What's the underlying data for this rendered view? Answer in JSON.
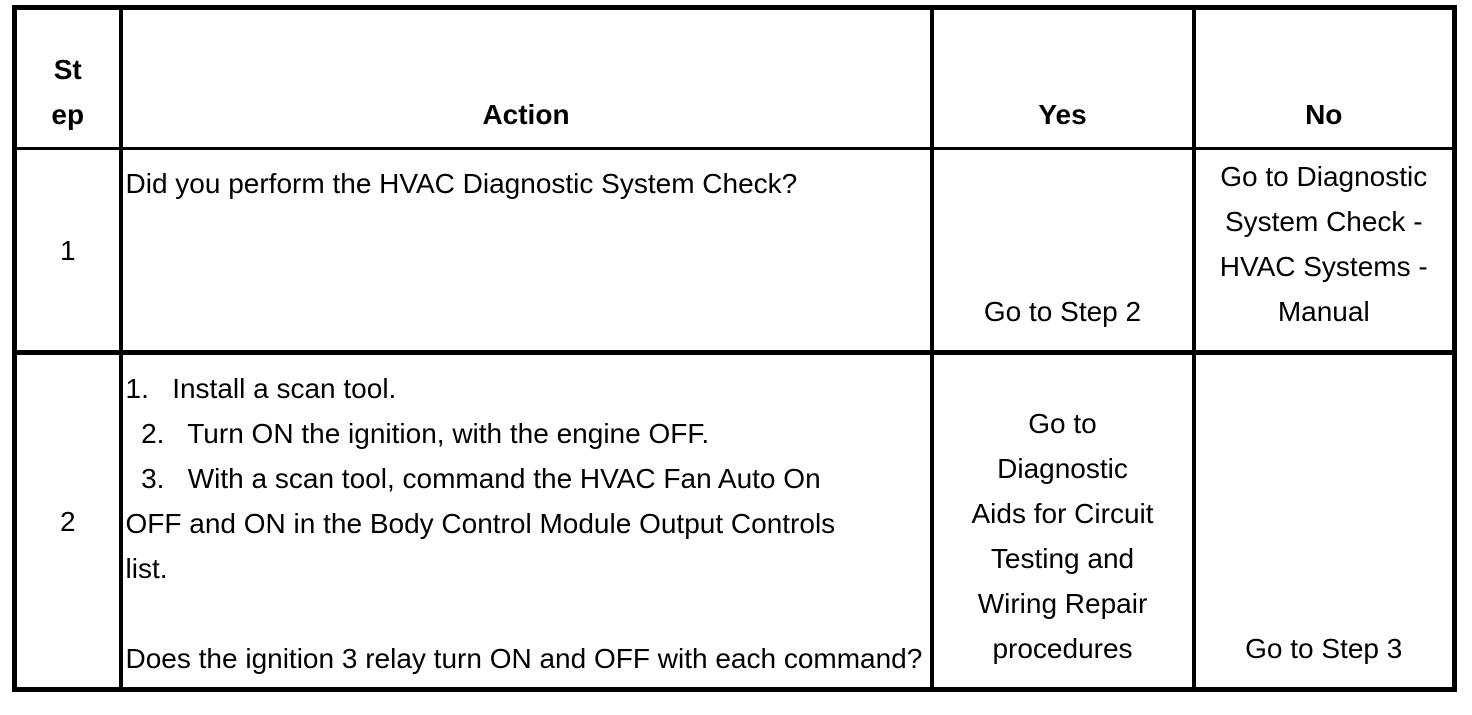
{
  "table": {
    "colors": {
      "border": "#000000",
      "text": "#000000",
      "background": "#ffffff"
    },
    "header": {
      "step": "St\nep",
      "action": "Action",
      "yes": "Yes",
      "no": "No"
    },
    "rows": [
      {
        "step": "1",
        "action": "Did you perform the HVAC Diagnostic System Check?",
        "yes": "Go to Step 2",
        "no": "Go to Diagnostic\nSystem Check -\nHVAC Systems -\nManual"
      },
      {
        "step": "2",
        "action": "1.   Install a scan tool.\n  2.   Turn ON the ignition, with the engine OFF.\n  3.   With a scan tool, command the HVAC Fan Auto On\nOFF and ON in the Body Control Module Output Controls\nlist.\n\nDoes the ignition 3 relay turn ON and OFF with each command?",
        "yes": "Go to\nDiagnostic\nAids for Circuit\nTesting and\nWiring Repair\nprocedures",
        "no": "Go to Step 3"
      }
    ]
  }
}
